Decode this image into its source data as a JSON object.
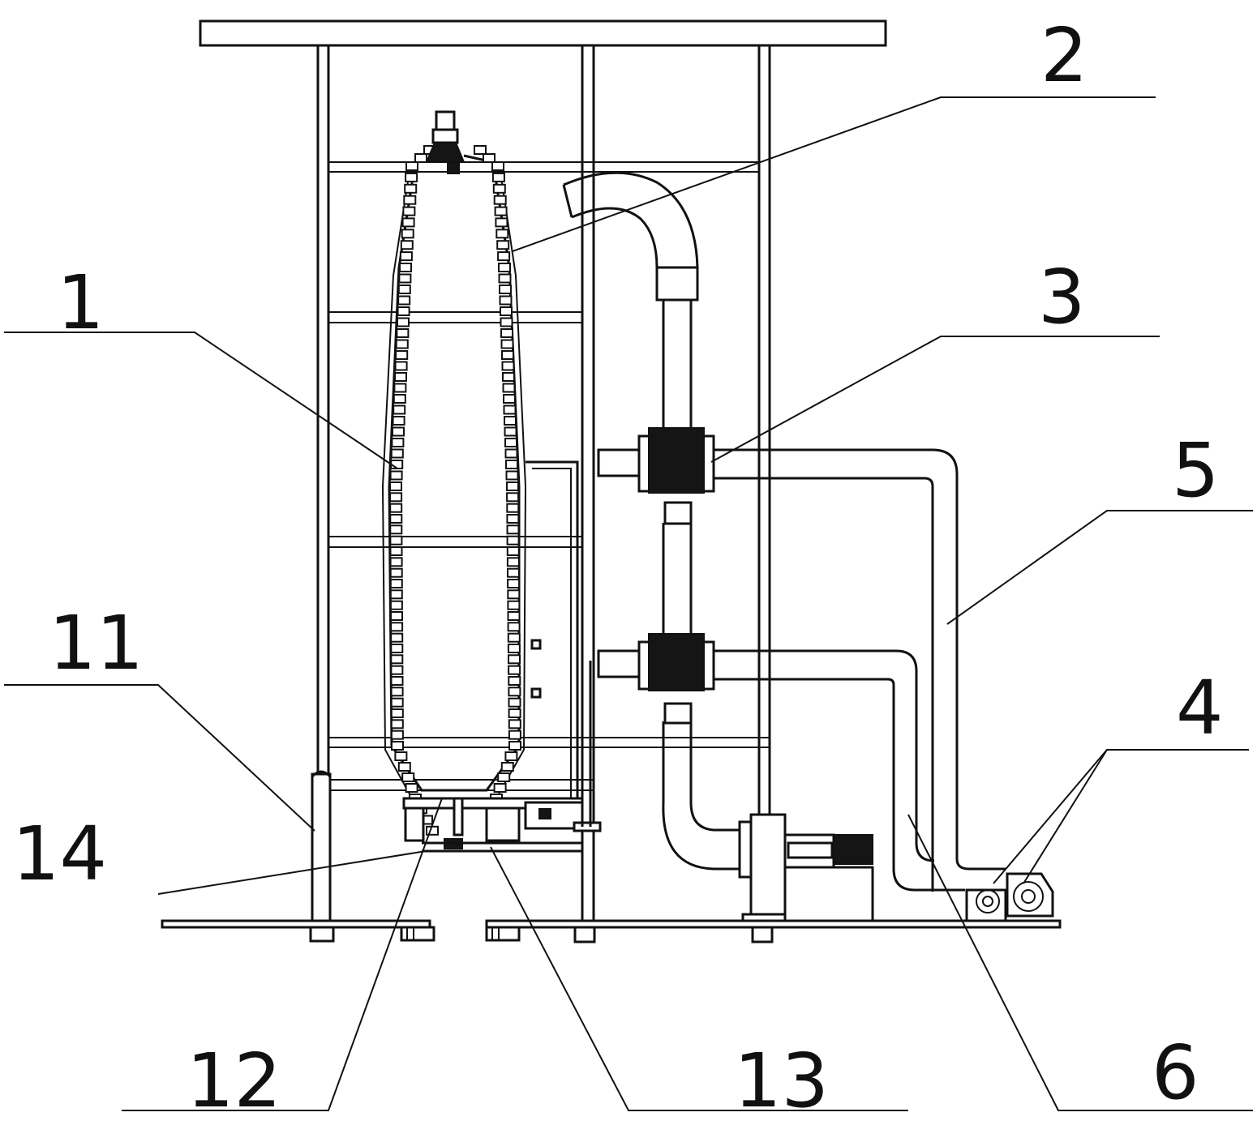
{
  "labels": [
    {
      "id": "1",
      "text": "1"
    },
    {
      "id": "2",
      "text": "2"
    },
    {
      "id": "3",
      "text": "3"
    },
    {
      "id": "4",
      "text": "4"
    },
    {
      "id": "5",
      "text": "5"
    },
    {
      "id": "6",
      "text": "6"
    },
    {
      "id": "11",
      "text": "11"
    },
    {
      "id": "12",
      "text": "12"
    },
    {
      "id": "13",
      "text": "13"
    },
    {
      "id": "14",
      "text": "14"
    }
  ]
}
